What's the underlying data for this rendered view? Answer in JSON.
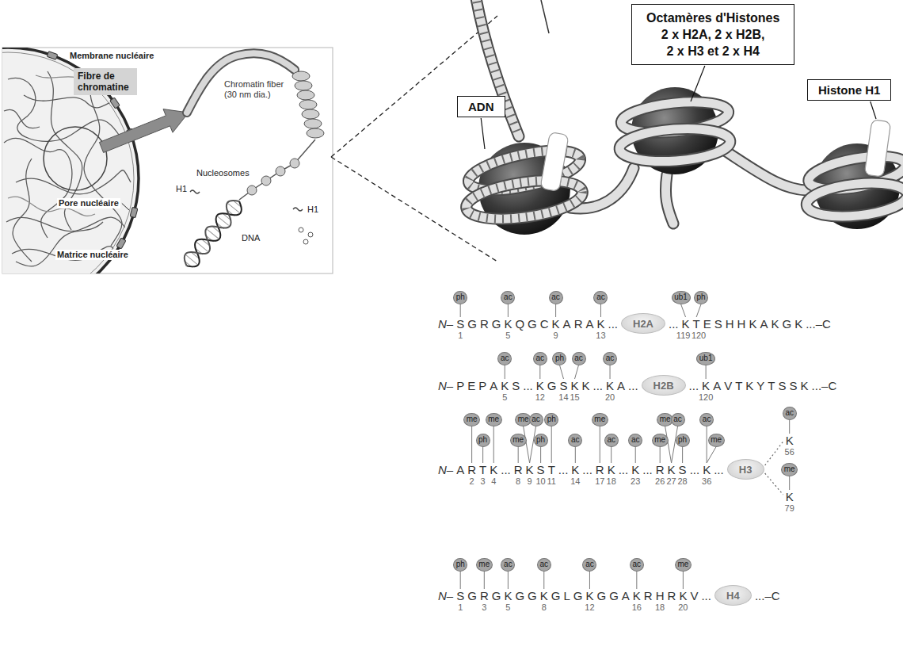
{
  "diagram": {
    "nodes": [
      {
        "text": [
          "Fibre de chromatine"
        ]
      },
      {
        "text": [
          "Octamères d'Histones",
          "2 x H2A, 2 x H2B, 2 x H3 et 2 x H4"
        ]
      },
      {
        "text": [
          "ADN"
        ]
      },
      {
        "text": [
          "Histone H1"
        ]
      },
      {
        "text": [
          "ph"
        ]
      },
      {
        "text": [
          "ac"
        ]
      },
      {
        "text": [
          "ac"
        ]
      },
      {
        "text": [
          "ac"
        ]
      },
      {
        "text": [
          "ub1"
        ]
      },
      {
        "text": [
          "ph"
        ]
      },
      {
        "text": [
          "H2A"
        ]
      },
      {
        "text": [
          "ac"
        ]
      },
      {
        "text": [
          "ac"
        ]
      },
      {
        "text": [
          "ph"
        ]
      },
      {
        "text": [
          "ac"
        ]
      },
      {
        "text": [
          "ac"
        ]
      },
      {
        "text": [
          "ub1"
        ]
      },
      {
        "text": [
          "H2B"
        ]
      },
      {
        "text": [
          "me"
        ]
      },
      {
        "text": [
          "ph"
        ]
      },
      {
        "text": [
          "me"
        ]
      },
      {
        "text": [
          "me"
        ]
      },
      {
        "text": [
          "me"
        ]
      },
      {
        "text": [
          "ac"
        ]
      },
      {
        "text": [
          "ph"
        ]
      },
      {
        "text": [
          "ph"
        ]
      },
      {
        "text": [
          "ac"
        ]
      },
      {
        "text": [
          "me"
        ]
      },
      {
        "text": [
          "ac"
        ]
      },
      {
        "text": [
          "ac"
        ]
      },
      {
        "text": [
          "me"
        ]
      },
      {
        "text": [
          "me"
        ]
      },
      {
        "text": [
          "ac"
        ]
      },
      {
        "text": [
          "ph"
        ]
      },
      {
        "text": [
          "ac"
        ]
      },
      {
        "text": [
          "me"
        ]
      },
      {
        "text": [
          "ac"
        ]
      },
      {
        "text": [
          "me"
        ]
      },
      {
        "text": [
          "H3"
        ]
      },
      {
        "text": [
          "ph"
        ]
      },
      {
        "text": [
          "me"
        ]
      },
      {
        "text": [
          "ac"
        ]
      },
      {
        "text": [
          "ac"
        ]
      },
      {
        "text": [
          "ac"
        ]
      },
      {
        "text": [
          "ac"
        ]
      },
      {
        "text": [
          "me"
        ]
      },
      {
        "text": [
          "H4"
        ]
      }
    ],
    "labels": [
      "Membrane nucléaire",
      "Chromatin fiber (30 nm dia.)",
      "H1",
      "Nucleosomes",
      "H1",
      "DNA",
      "Pore nucléaire",
      "Matrice nucléaire",
      "N–",
      "S",
      "G",
      "R",
      "G",
      "K",
      "Q",
      "G",
      "C",
      "K",
      "A",
      "R",
      "A",
      "K",
      "...",
      "...",
      "K",
      "T",
      "E",
      "S",
      "H",
      "H",
      "K",
      "A",
      "K",
      "G",
      "K",
      "...–C",
      "1",
      "5",
      "9",
      "13",
      "119",
      "120",
      "N–",
      "P",
      "E",
      "P",
      "A",
      "K",
      "S",
      "...",
      "K",
      "G",
      "S",
      "K",
      "K",
      "...",
      "K",
      "A",
      "...",
      "...",
      "K",
      "A",
      "V",
      "T",
      "K",
      "Y",
      "T",
      "S",
      "S",
      "K",
      "...–C",
      "5",
      "12",
      "14",
      "15",
      "20",
      "120",
      "N–",
      "A",
      "R",
      "T",
      "K",
      "...",
      "R",
      "K",
      "S",
      "T",
      "...",
      "K",
      "...",
      "R",
      "K",
      "...",
      "K",
      "...",
      "R",
      "K",
      "S",
      "...",
      "K",
      "...",
      "2",
      "3",
      "4",
      "8",
      "9",
      "10",
      "11",
      "14",
      "17",
      "18",
      "23",
      "26",
      "27",
      "28",
      "36",
      "K",
      "56",
      "K",
      "79",
      "N–",
      "S",
      "G",
      "R",
      "G",
      "K",
      "G",
      "G",
      "K",
      "G",
      "L",
      "G",
      "K",
      "G",
      "G",
      "A",
      "K",
      "R",
      "H",
      "R",
      "K",
      "V",
      "...",
      "...–C",
      "1",
      "3",
      "5",
      "8",
      "12",
      "16",
      "18",
      "20"
    ]
  }
}
